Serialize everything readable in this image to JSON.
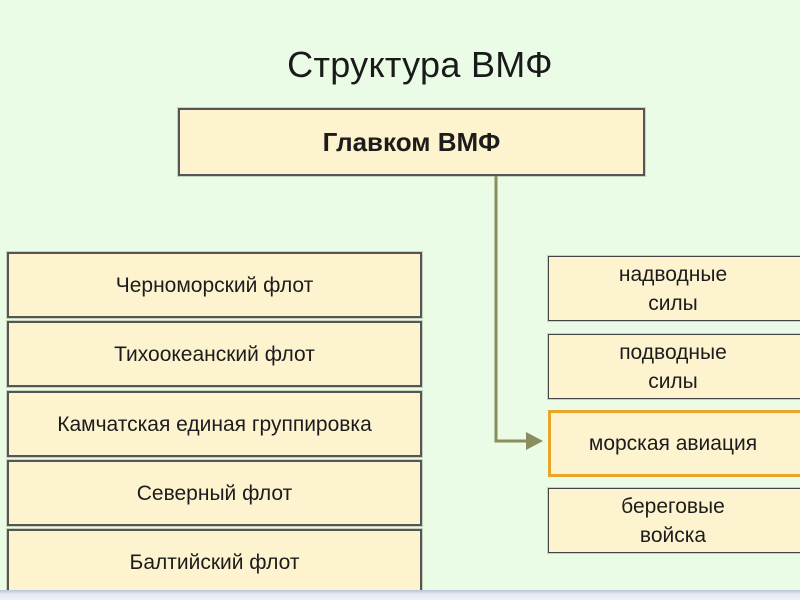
{
  "title": "Структура ВМФ",
  "main_node": {
    "label": "Главком ВМФ"
  },
  "fleets": [
    {
      "label": "Черноморский флот"
    },
    {
      "label": "Тихоокеанский флот"
    },
    {
      "label": "Камчатская единая группировка"
    },
    {
      "label": "Северный флот"
    },
    {
      "label": "Балтийский флот"
    }
  ],
  "branches": [
    {
      "label": "надводные\nсилы",
      "highlighted": false
    },
    {
      "label": "подводные\nсилы",
      "highlighted": false
    },
    {
      "label": "морская авиация",
      "highlighted": true
    },
    {
      "label": "береговые\nвойска",
      "highlighted": false
    }
  ],
  "colors": {
    "background": "#ebfce6",
    "box_fill": "#fdf3cf",
    "box_border": "#555555",
    "highlight_border": "#e8a526",
    "connector": "#8a8d5e"
  }
}
